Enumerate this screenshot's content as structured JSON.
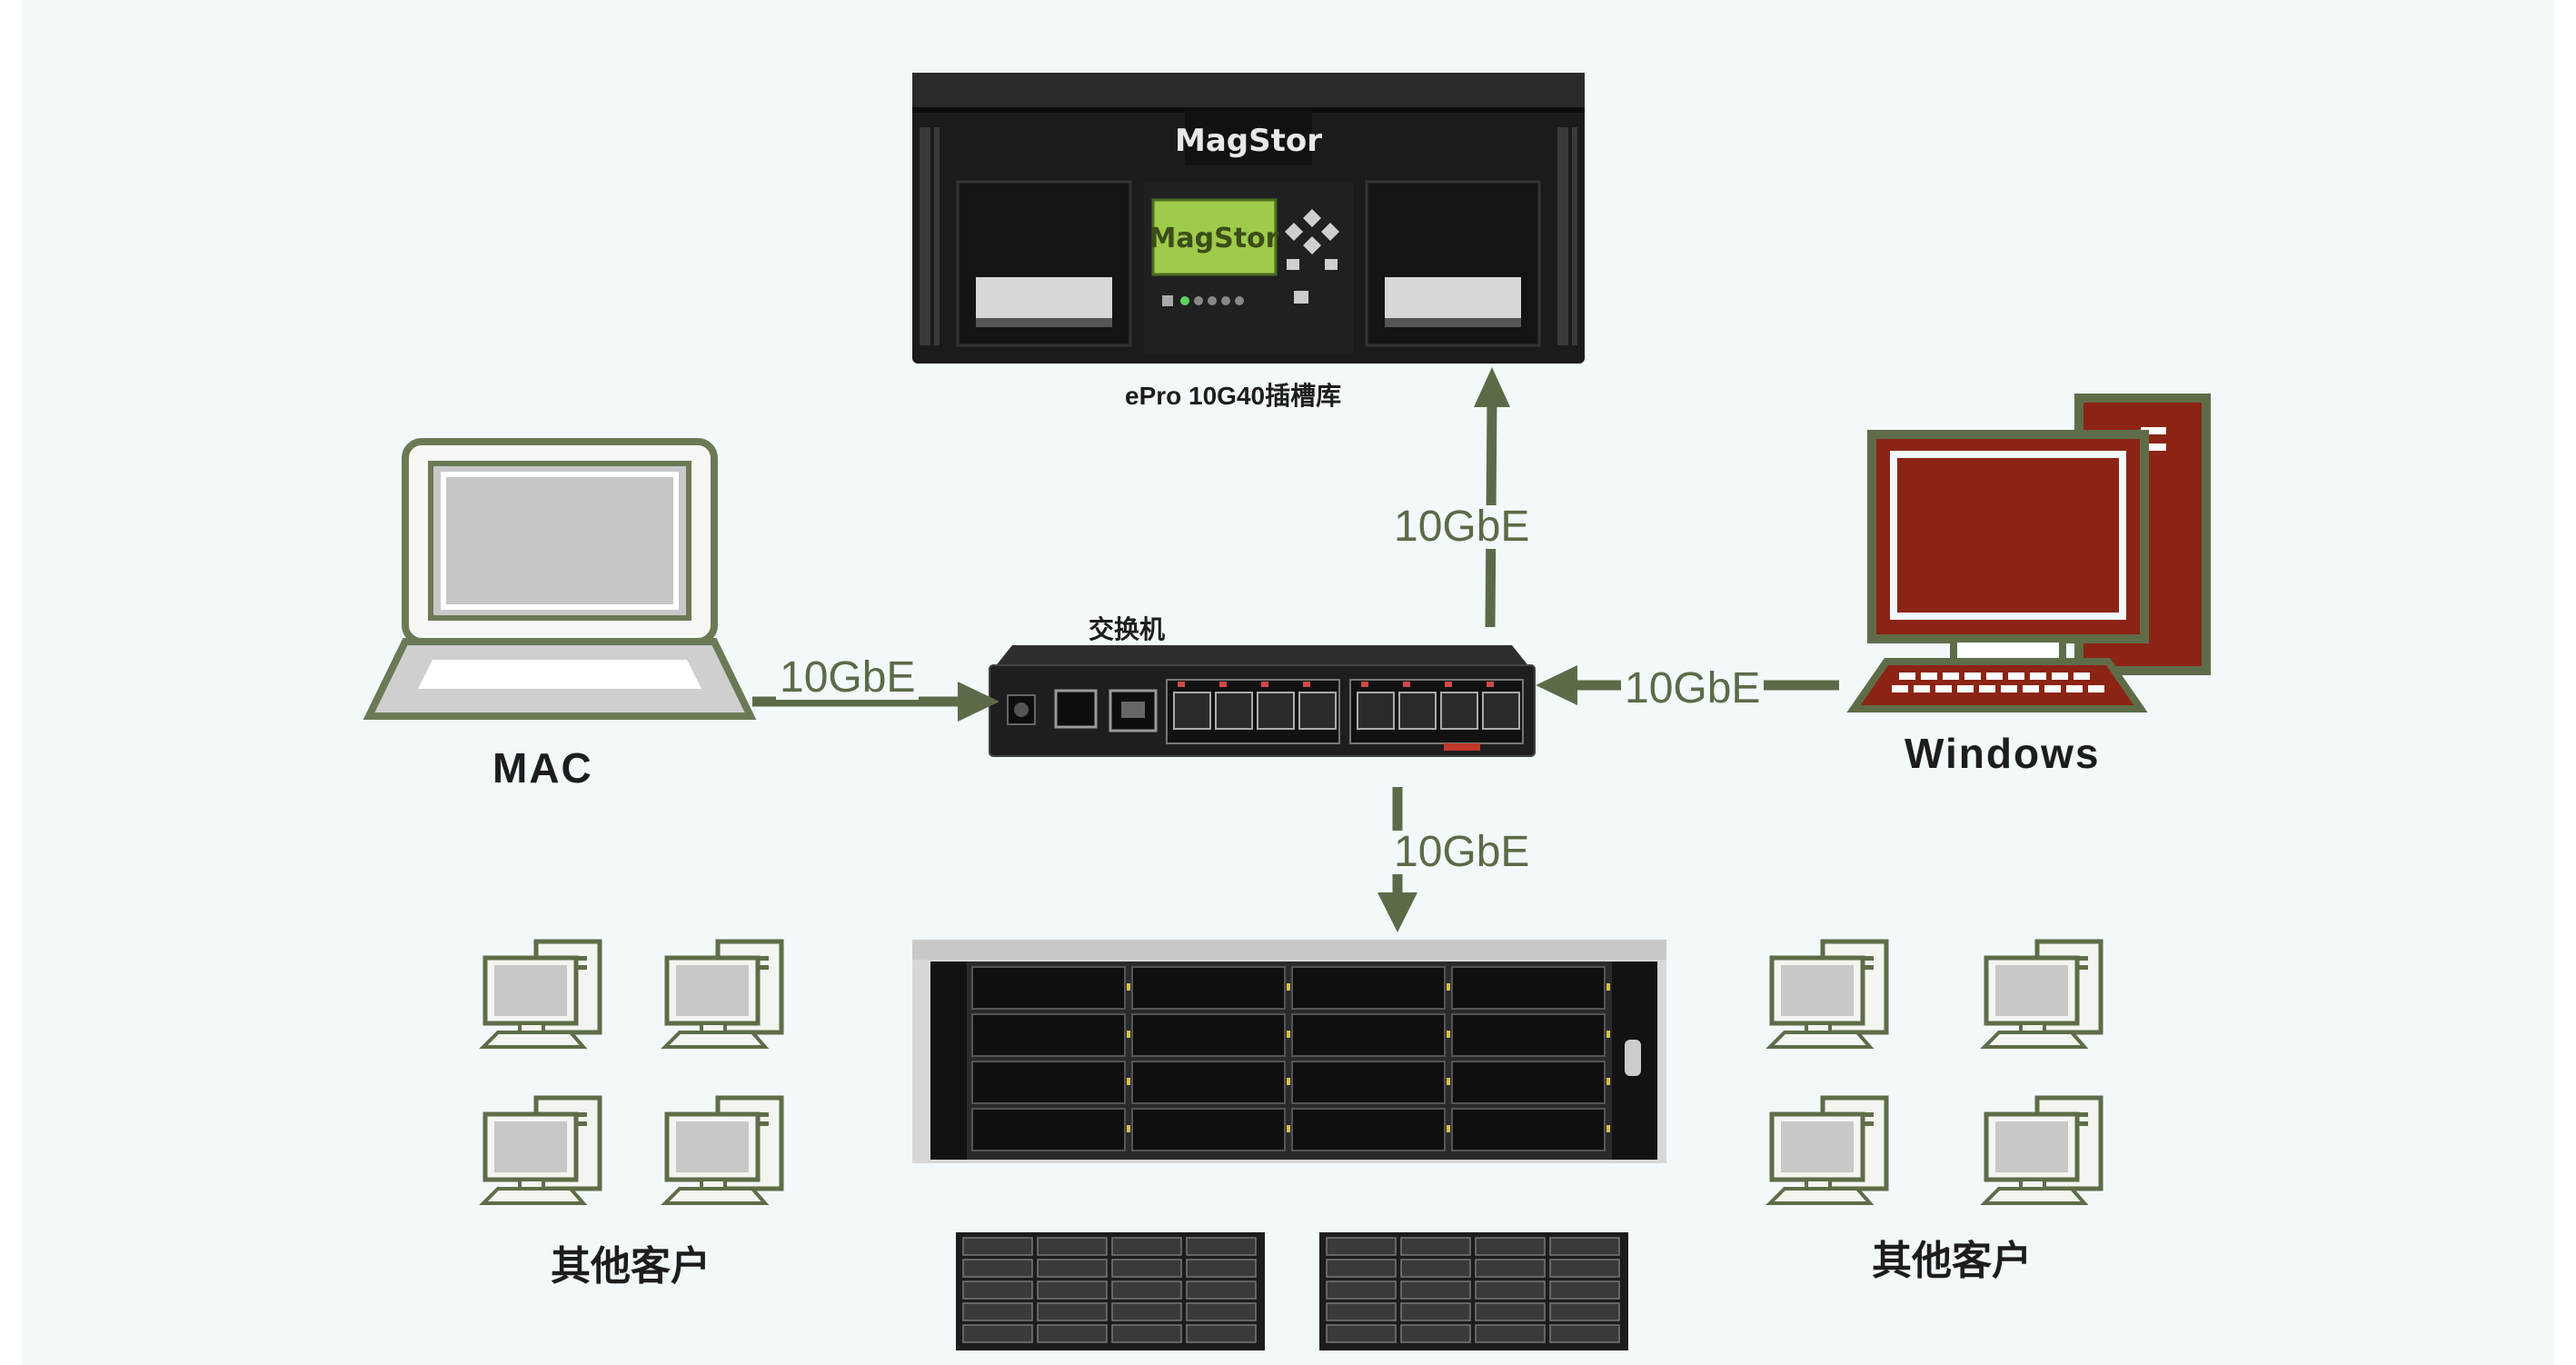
{
  "devices": {
    "library": {
      "brand_top": "MagStor",
      "brand_screen": "MagStor",
      "label": "ePro 10G40插槽库",
      "icon": "tape-library"
    },
    "switch": {
      "label": "交换机",
      "icon": "network-switch"
    },
    "mac": {
      "label": "MAC",
      "icon": "laptop"
    },
    "windows": {
      "label": "Windows",
      "icon": "desktop-pc"
    },
    "storage": {
      "icon": "storage-server"
    },
    "clients_left": {
      "label": "其他客户",
      "icon": "client-pc"
    },
    "clients_right": {
      "label": "其他客户",
      "icon": "client-pc"
    }
  },
  "links": {
    "switch_to_library": "10GbE",
    "mac_to_switch": "10GbE",
    "windows_to_switch": "10GbE",
    "switch_to_storage": "10GbE"
  },
  "colors": {
    "arrow": "#5c6b47",
    "pc_outline": "#5e6d48",
    "windows_fill": "#8b2414",
    "device_dark": "#1b1b1d"
  }
}
